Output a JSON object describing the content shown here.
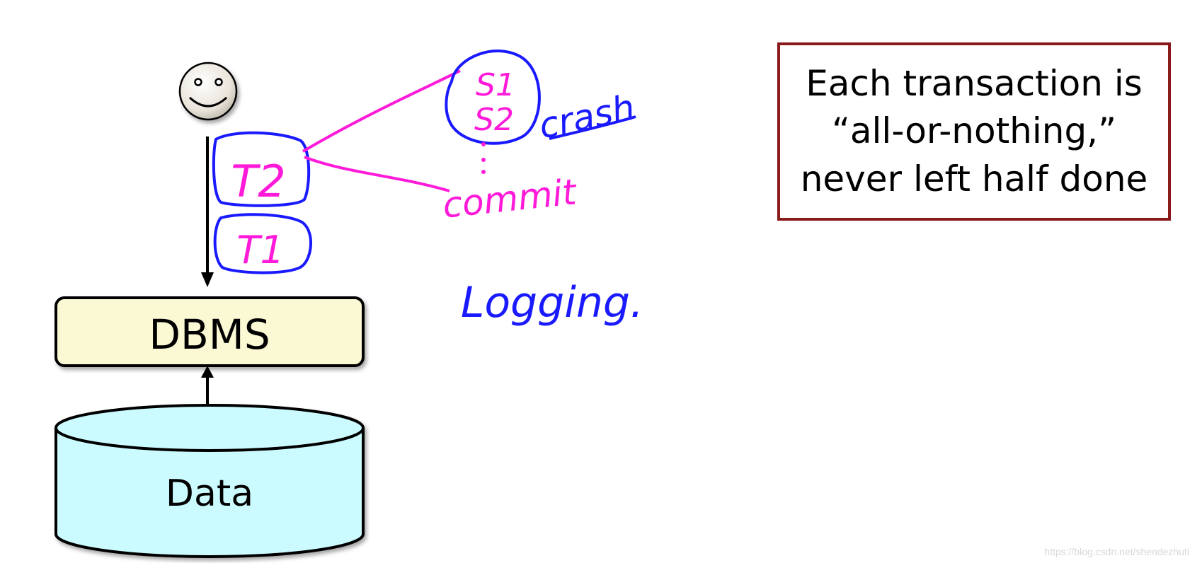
{
  "diagram": {
    "dbms_label": "DBMS",
    "data_label": "Data",
    "transactions": [
      "T2",
      "T1"
    ],
    "statements": [
      "S1",
      "S2"
    ],
    "annotations": {
      "crash": "crash",
      "commit": "commit",
      "logging": "Logging."
    }
  },
  "callout": {
    "lines": [
      "Each transaction is",
      "“all-or-nothing,”",
      "never left half done"
    ]
  },
  "watermark": "https://blog.csdn.net/shendezhuti",
  "colors": {
    "ink_blue": "#1a1aff",
    "ink_magenta": "#ff1ad9",
    "dbms_fill": "#fbf8d4",
    "data_fill": "#ccfbff",
    "callout_border": "#8b1a1a"
  }
}
